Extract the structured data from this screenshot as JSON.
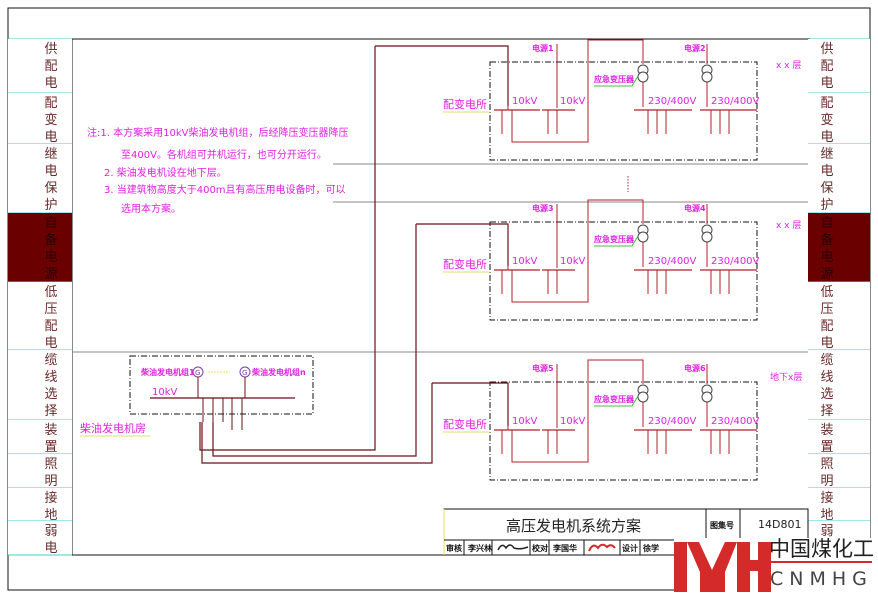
{
  "side_tabs": [
    {
      "label": "供配电",
      "highlighted": false
    },
    {
      "label": "配变电",
      "highlighted": false
    },
    {
      "label": "继电保护",
      "highlighted": false
    },
    {
      "label": "自备电源",
      "highlighted": true
    },
    {
      "label": "低压配电",
      "highlighted": false
    },
    {
      "label": "缆线选择",
      "highlighted": false
    },
    {
      "label": "装置",
      "highlighted": false
    },
    {
      "label": "照明",
      "highlighted": false
    },
    {
      "label": "接地",
      "highlighted": false
    },
    {
      "label": "弱电",
      "highlighted": false
    }
  ],
  "notes": {
    "line1": "注:1.  本方案采用10kV柴油发电机组，后经降压变压器降压",
    "line2": "至400V。各机组可并机运行，也可分开运行。",
    "line3": "2.  柴油发电机设在地下层。",
    "line4": "3.  当建筑物高度大于400m且有高压用电设备时，可以",
    "line5": "选用本方案。"
  },
  "floors": [
    {
      "floor_label": "x x 层",
      "room_label": "配变电所",
      "source_a": "电源1",
      "source_b": "电源2",
      "hv_a": "10kV",
      "hv_b": "10kV",
      "lv_a": "230/400V",
      "lv_b": "230/400V",
      "transformer_label": "应急变压器"
    },
    {
      "floor_label": "x x 层",
      "room_label": "配变电所",
      "source_a": "电源3",
      "source_b": "电源4",
      "hv_a": "10kV",
      "hv_b": "10kV",
      "lv_a": "230/400V",
      "lv_b": "230/400V",
      "transformer_label": "应急变压器"
    },
    {
      "floor_label": "地下x层",
      "room_label": "配变电所",
      "source_a": "电源5",
      "source_b": "电源6",
      "hv_a": "10kV",
      "hv_b": "10kV",
      "lv_a": "230/400V",
      "lv_b": "230/400V",
      "transformer_label": "应急变压器"
    }
  ],
  "generator_room": {
    "label": "柴油发电机房",
    "gen1": "柴油发电机组1",
    "genN": "柴油发电机组n",
    "bus_voltage": "10kV",
    "gen_symbol": "G"
  },
  "title_block": {
    "title": "高压发电机系统方案",
    "atlas_label": "图集号",
    "atlas_number": "14D801",
    "review_label": "审核",
    "reviewer": "李兴林",
    "check_label": "校对",
    "checker": "李国华",
    "design_label": "设计",
    "designer": "徐学"
  },
  "watermark": {
    "cn": "中国煤化工",
    "en": "CNMHG",
    "color": "#d42a2a"
  },
  "colors": {
    "wire": "#b0202a",
    "text": "#e020e0",
    "highlight_tab": "#6b0000",
    "tab_divider": "#40d0d0"
  }
}
